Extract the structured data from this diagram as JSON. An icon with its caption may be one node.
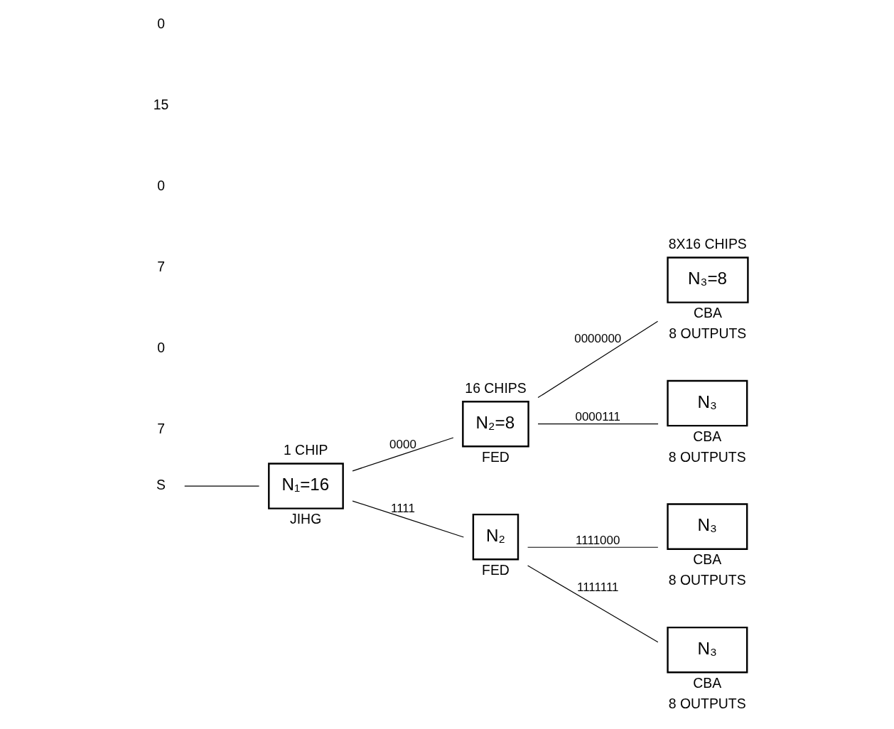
{
  "diagram": {
    "nodes": [
      {
        "text": [
          "S"
        ]
      },
      {
        "text": [
          "N₁=16"
        ],
        "beside": [
          "1 CHIP",
          "JIHG"
        ]
      },
      {
        "text": [
          "N₂=8"
        ],
        "beside": [
          "16 CHIPS",
          "FED"
        ]
      },
      {
        "text": [
          "N₂"
        ],
        "beside": [
          "FED"
        ]
      },
      {
        "text": [
          "N₃=8"
        ],
        "beside": [
          "8X16 CHIPS",
          "CBA",
          "8 OUTPUTS"
        ]
      },
      {
        "text": [
          "N₃"
        ],
        "beside": [
          "CBA",
          "8 OUTPUTS"
        ]
      },
      {
        "text": [
          "N₃"
        ],
        "beside": [
          "CBA",
          "8 OUTPUTS"
        ]
      },
      {
        "text": [
          "N₃"
        ],
        "beside": [
          "CBA",
          "8 OUTPUTS"
        ]
      }
    ],
    "edges": [
      {
        "from": 0,
        "to": 1,
        "arrow": "none"
      },
      {
        "from": 1,
        "to": 2,
        "arrow": "none",
        "label": "0000"
      },
      {
        "from": 1,
        "to": 3,
        "arrow": "none",
        "label": "1111"
      },
      {
        "from": 2,
        "to": 4,
        "arrow": "none",
        "label": "0000000"
      },
      {
        "from": 2,
        "to": 5,
        "arrow": "none",
        "label": "0000111"
      },
      {
        "from": 3,
        "to": 6,
        "arrow": "none",
        "label": "1111000"
      },
      {
        "from": 3,
        "to": 7,
        "arrow": "none",
        "label": "1111111"
      }
    ],
    "labels": [
      "0",
      "15",
      "0",
      "7",
      "0",
      "7"
    ]
  }
}
